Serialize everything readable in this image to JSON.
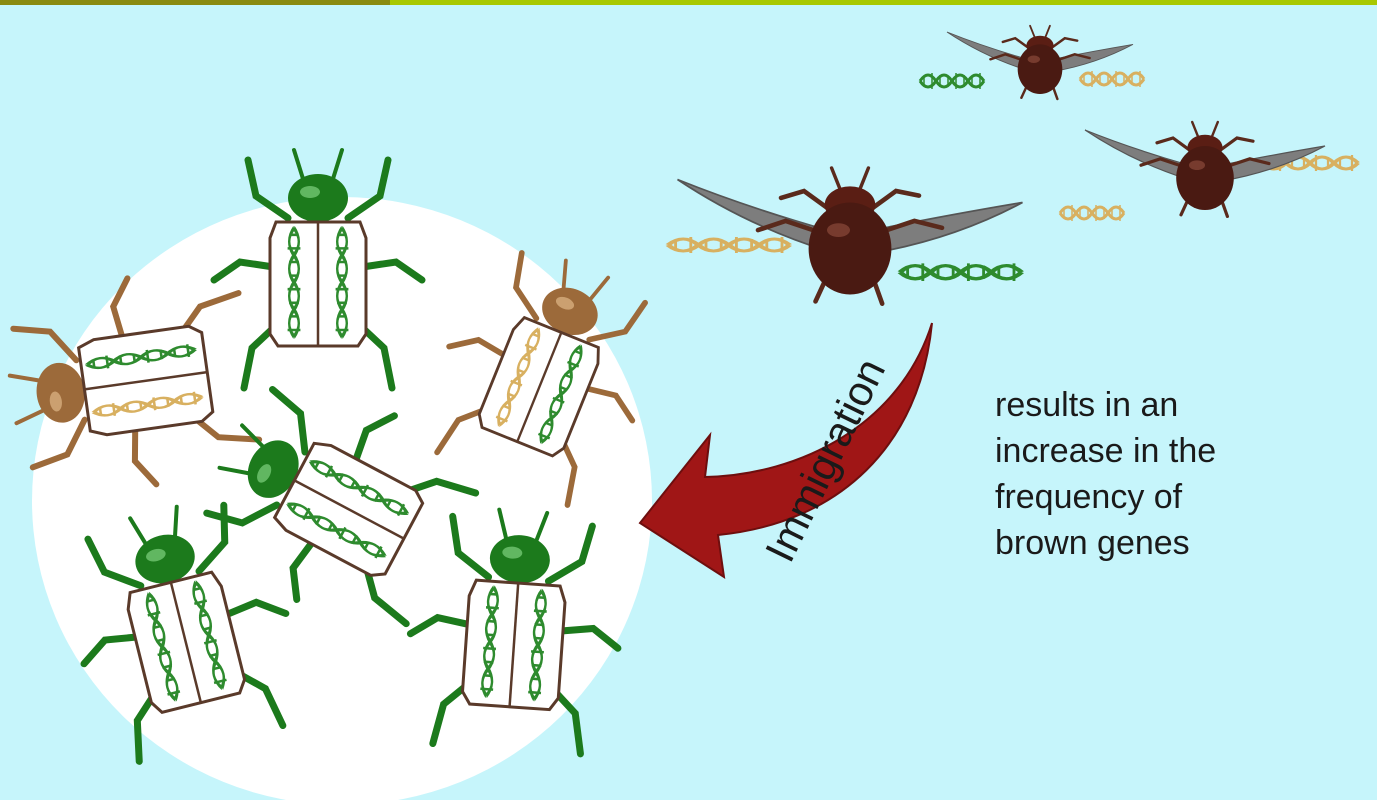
{
  "arrow_label": "Immigration",
  "caption_lines": [
    "results in an",
    "increase in the",
    "frequency of",
    "brown genes"
  ],
  "colors": {
    "background": "#c6f5fb",
    "population_circle": "#ffffff",
    "arrow": "#a01616",
    "green_beetle": "#1c7a1c",
    "brown_beetle": "#9c6a3a",
    "immigrant_beetle": "#4a1a12",
    "wing": "#7d7d7d",
    "green_dna": "#2e8b2e",
    "tan_dna": "#d8b060",
    "top_bar_left": "#8a8a10",
    "top_bar_right": "#a8c800"
  }
}
